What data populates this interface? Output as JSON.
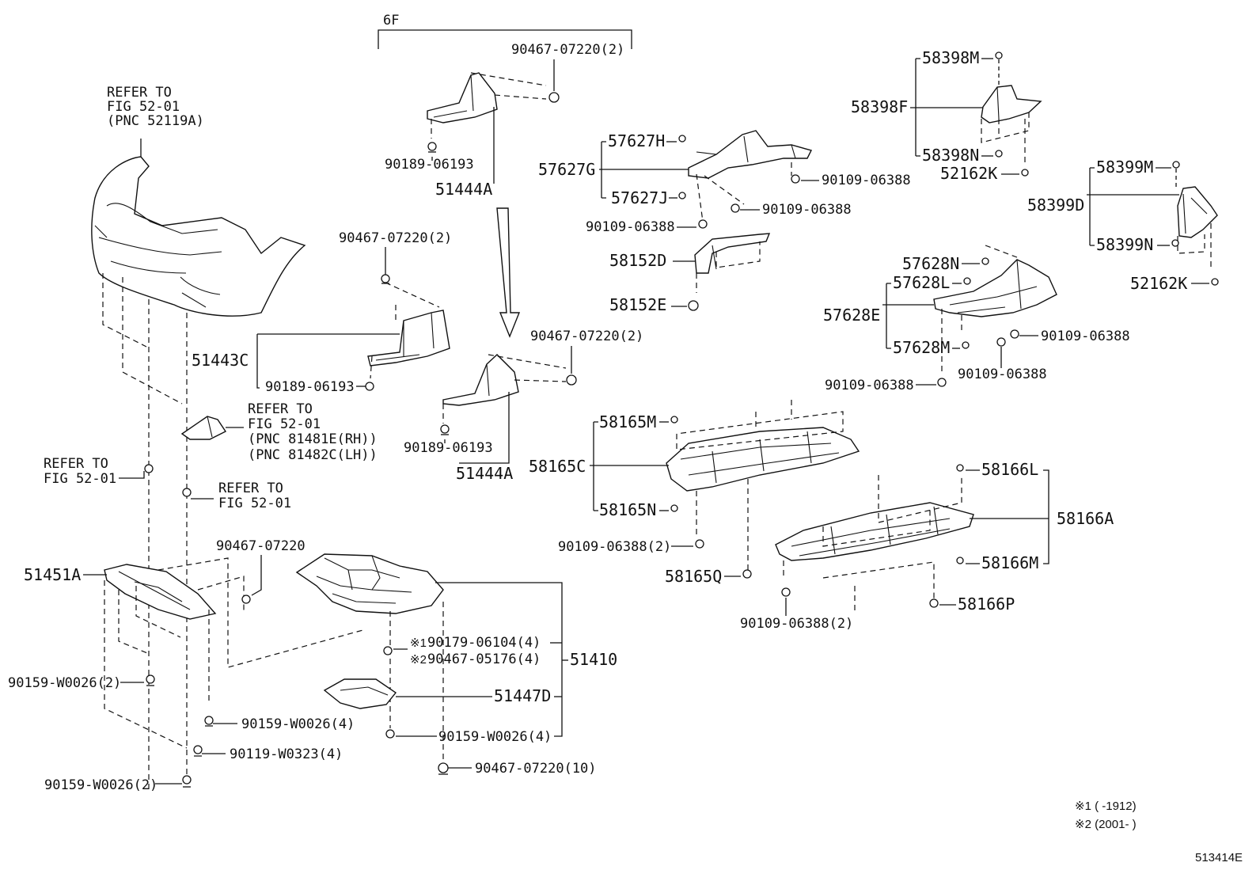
{
  "labels": {
    "p6F": "6F",
    "p90467_07220_2a": "90467-07220(2)",
    "p90189_06193a": "90189-06193",
    "p51444A_a": "51444A",
    "pRefer1a": "REFER TO",
    "pRefer1b": "FIG 52-01",
    "pRefer1c": "(PNC 52119A)",
    "p90467_07220_2b": "90467-07220(2)",
    "p51443C": "51443C",
    "p90189_06193b": "90189-06193",
    "p90467_07220_2c": "90467-07220(2)",
    "p90189_06193c": "90189-06193",
    "p51444A_b": "51444A",
    "pRefer2a": "REFER TO",
    "pRefer2b": "FIG 52-01",
    "pRefer2c": "(PNC 81481E(RH))",
    "pRefer2d": "(PNC 81482C(LH))",
    "pRefer3a": "REFER TO",
    "pRefer3b": "FIG 52-01",
    "pRefer4a": "REFER TO",
    "pRefer4b": "FIG 52-01",
    "p90467_07220": "90467-07220",
    "p51451A": "51451A",
    "p90159_W0026_2a": "90159-W0026(2)",
    "p90159_W0026_4a": "90159-W0026(4)",
    "p90119_W0323_4": "90119-W0323(4)",
    "p90159_W0026_2b": "90159-W0026(2)",
    "p90179_06104_4": "90179-06104(4)",
    "p90467_05176_4": "90467-05176(4)",
    "pMark1": "※1",
    "pMark2": "※2",
    "p51410": "51410",
    "p51447D": "51447D",
    "p90159_W0026_4b": "90159-W0026(4)",
    "p90467_07220_10": "90467-07220(10)",
    "p57627H": "57627H",
    "p57627G": "57627G",
    "p57627J": "57627J",
    "p90109_06388a": "90109-06388",
    "p90109_06388b": "90109-06388",
    "p90109_06388c": "90109-06388",
    "p58152D": "58152D",
    "p58152E": "58152E",
    "p58398M": "58398M",
    "p58398F": "58398F",
    "p58398N": "58398N",
    "p52162K_a": "52162K",
    "p58399M": "58399M",
    "p58399D": "58399D",
    "p58399N": "58399N",
    "p52162K_b": "52162K",
    "p57628N": "57628N",
    "p57628L": "57628L",
    "p57628E": "57628E",
    "p57628M": "57628M",
    "p90109_06388d": "90109-06388",
    "p90109_06388e": "90109-06388",
    "p90109_06388f": "90109-06388",
    "p58165M": "58165M",
    "p58165C": "58165C",
    "p58165N": "58165N",
    "p90109_06388_2a": "90109-06388(2)",
    "p58165Q": "58165Q",
    "p58166L": "58166L",
    "p58166A": "58166A",
    "p58166M": "58166M",
    "p58166P": "58166P",
    "p90109_06388_2b": "90109-06388(2)",
    "note1": "※1 (      -1912)",
    "note2": "※2 (2001-      )",
    "diagramId": "513414E"
  }
}
